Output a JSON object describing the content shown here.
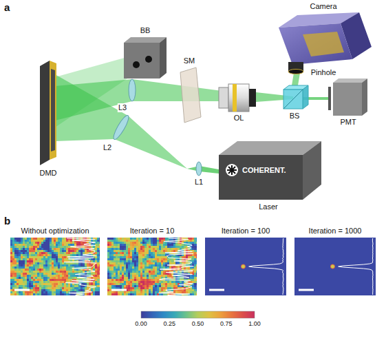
{
  "diagram": {
    "nodes": [
      {
        "text": [
          "Without optimization"
        ]
      },
      {
        "text": [
          "Iteration = 10"
        ]
      },
      {
        "text": [
          "Iteration = 100"
        ]
      },
      {
        "text": [
          "Iteration = 1000"
        ]
      }
    ],
    "labels": [
      "a",
      "Camera",
      "BB",
      "SM",
      "DMD",
      "L3",
      "OL",
      "BS",
      "Pinhole",
      "PMT",
      "L2",
      "L1",
      "COHERENT.",
      "Laser",
      "b",
      "0.00",
      "0.25",
      "0.50",
      "0.75",
      "1.00"
    ]
  }
}
